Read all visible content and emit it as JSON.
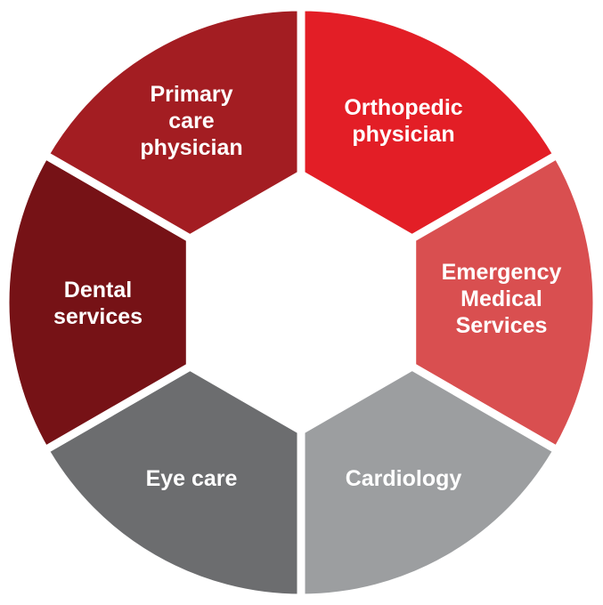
{
  "segments": [
    {
      "id": "orthopedic",
      "lines": [
        "Orthopedic",
        "physician"
      ],
      "color": "#e31e26"
    },
    {
      "id": "emergency",
      "lines": [
        "Emergency",
        "Medical",
        "Services"
      ],
      "color": "#d94f50"
    },
    {
      "id": "cardiology",
      "lines": [
        "Cardiology"
      ],
      "color": "#9c9ea0"
    },
    {
      "id": "eye-care",
      "lines": [
        "Eye care"
      ],
      "color": "#6c6d6f"
    },
    {
      "id": "dental",
      "lines": [
        "Dental",
        "services"
      ],
      "color": "#761216"
    },
    {
      "id": "primary-care",
      "lines": [
        "Primary",
        "care",
        "physician"
      ],
      "color": "#a31d22"
    }
  ]
}
